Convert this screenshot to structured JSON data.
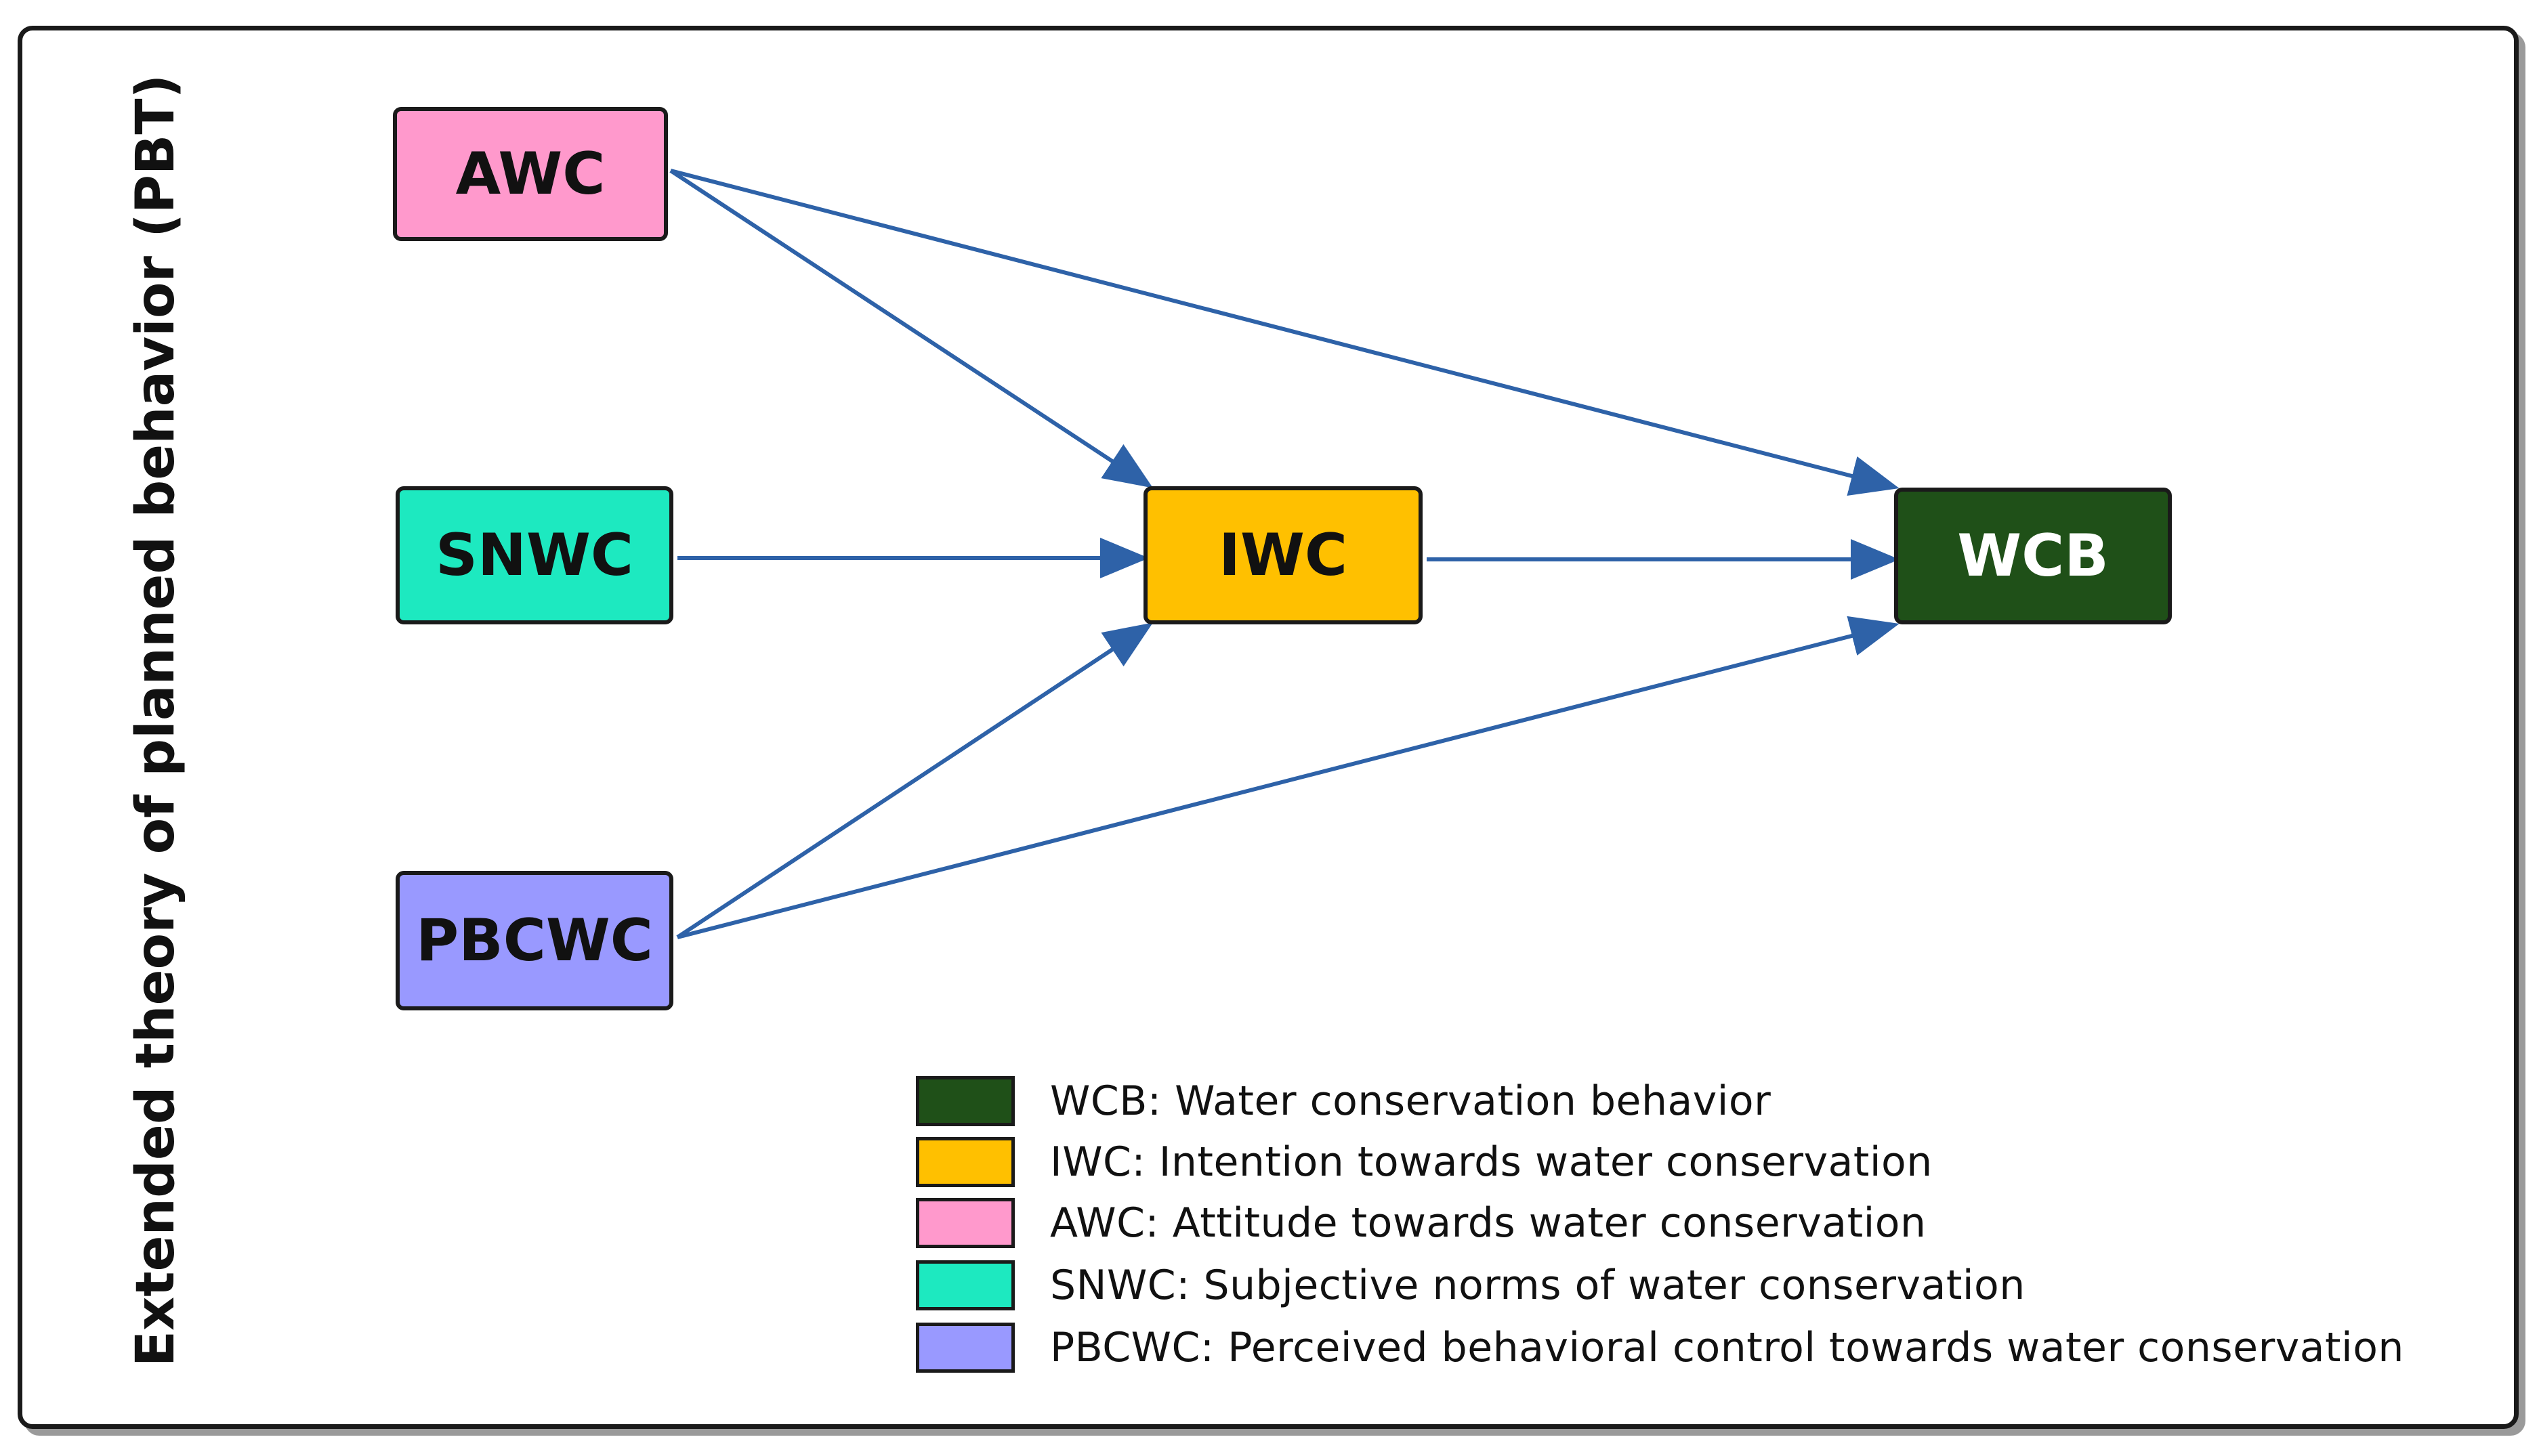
{
  "diagram": {
    "side_title": "Extended theory of planned behavior (PBT)",
    "nodes": {
      "awc": "AWC",
      "snwc": "SNWC",
      "pbcwc": "PBCWC",
      "iwc": "IWC",
      "wcb": "WCB"
    },
    "edges": [
      {
        "from": "AWC",
        "to": "IWC"
      },
      {
        "from": "AWC",
        "to": "WCB"
      },
      {
        "from": "SNWC",
        "to": "IWC"
      },
      {
        "from": "PBCWC",
        "to": "IWC"
      },
      {
        "from": "PBCWC",
        "to": "WCB"
      },
      {
        "from": "IWC",
        "to": "WCB"
      }
    ],
    "colors": {
      "awc": "#ff99cc",
      "snwc": "#1de9c0",
      "pbcwc": "#9999ff",
      "iwc": "#ffc000",
      "wcb": "#1f5018",
      "arrow": "#2e62a8"
    }
  },
  "legend": [
    {
      "text": "WCB: Water conservation behavior",
      "color": "#1f5018"
    },
    {
      "text": "IWC: Intention towards water conservation",
      "color": "#ffc000"
    },
    {
      "text": "AWC: Attitude towards water conservation",
      "color": "#ff99cc"
    },
    {
      "text": "SNWC: Subjective norms of water conservation",
      "color": "#1de9c0"
    },
    {
      "text": "PBCWC: Perceived behavioral control towards water conservation",
      "color": "#9999ff"
    }
  ]
}
